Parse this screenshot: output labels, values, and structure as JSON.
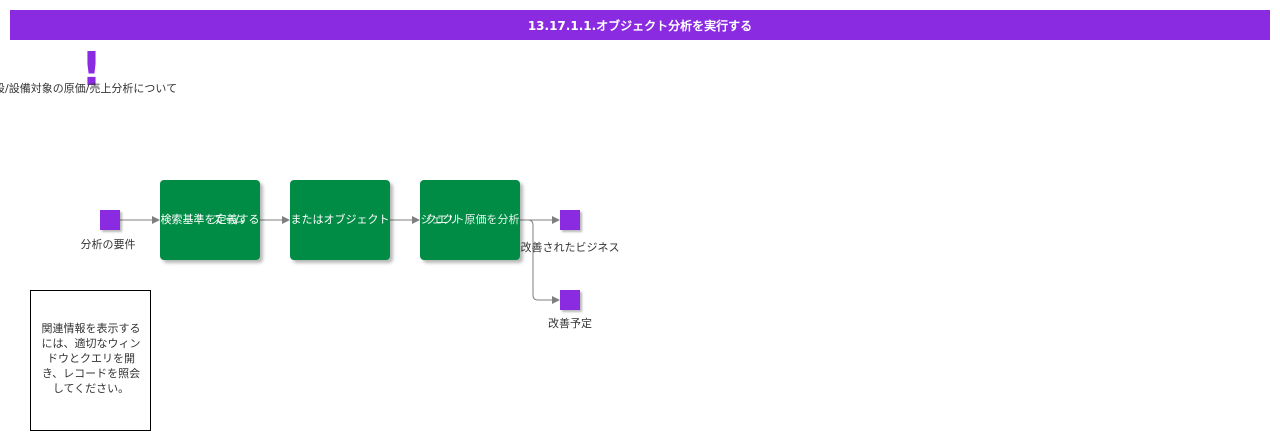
{
  "header": {
    "title": "13.17.1.1.オブジェクト分析を実行する"
  },
  "marker": {
    "symbol": "!",
    "label": "設/設備対象の原価/売上分析について"
  },
  "flow": {
    "start_event": "分析の要件",
    "tasks": [
      {
        "label": "検索基準を定義する",
        "overlay": "ズーム"
      },
      {
        "label": "またはオブジェクト",
        "overlay": ""
      },
      {
        "label": "クエリ",
        "overlay": "ジェクト原価を分析"
      }
    ],
    "end_events": [
      "改善されたビジネス",
      "改善予定"
    ]
  },
  "note": {
    "text": "関連情報を表示するには、適切なウィンドウとクエリを開き、レコードを照会してください。"
  },
  "colors": {
    "accent": "#8a2be2",
    "task": "#008c45",
    "edge": "#7f7f7f"
  }
}
